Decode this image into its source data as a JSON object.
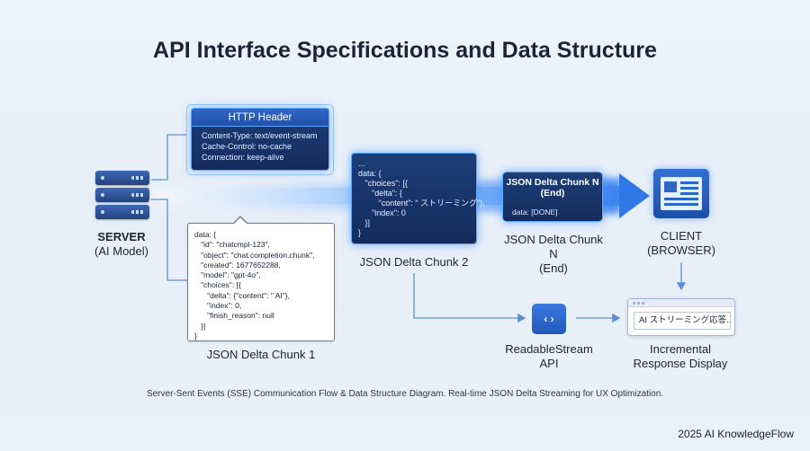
{
  "title": "API Interface Specifications and Data Structure",
  "server": {
    "name": "SERVER",
    "sub": "(AI Model)"
  },
  "http_header": {
    "title": "HTTP Header",
    "lines": [
      "Content-Type: text/event-stream",
      "Cache-Control: no-cache",
      "Connection: keep-alive"
    ]
  },
  "chunk1": {
    "code": "data: {\n   \"id\": \"chatcmpl-123\",\n   \"object\": \"chat.completion.chunk\",\n   \"created\": 1677652288,\n   \"model\": \"gpt-4o\",\n   \"choices\": [{\n      \"delta\": {\"content\": \" AI\"},\n      \"index\": 0,\n      \"finish_reason\": null\n   }]\n}",
    "label": "JSON Delta Chunk 1"
  },
  "chunk2": {
    "code": "...\ndata: {\n   \"choices\": [{\n      \"delta\": {\n         \"content\": \" ストリーミング\"},\n      \"index\": 0\n   }]\n}",
    "label": "JSON Delta Chunk 2"
  },
  "chunkn": {
    "title": "JSON Delta Chunk N (End)",
    "data": "data: [DONE]",
    "label_line1": "JSON Delta Chunk N",
    "label_line2": "(End)"
  },
  "client": {
    "name": "CLIENT",
    "sub": "(BROWSER)"
  },
  "readable_stream": {
    "line1": "ReadableStream",
    "line2": "API",
    "icon": "code-brackets-icon"
  },
  "incremental": {
    "text": "AI ストリーミング応答...",
    "line1": "Incremental",
    "line2": "Response Display"
  },
  "caption": "Server-Sent Events (SSE) Communication Flow & Data Structure Diagram. Real-time JSON Delta Streaming for UX Optimization.",
  "footer": "2025 AI KnowledgeFlow",
  "colors": {
    "accent": "#2e73e0",
    "dark_box": "#163266",
    "arrow": "#5e8fd0"
  }
}
